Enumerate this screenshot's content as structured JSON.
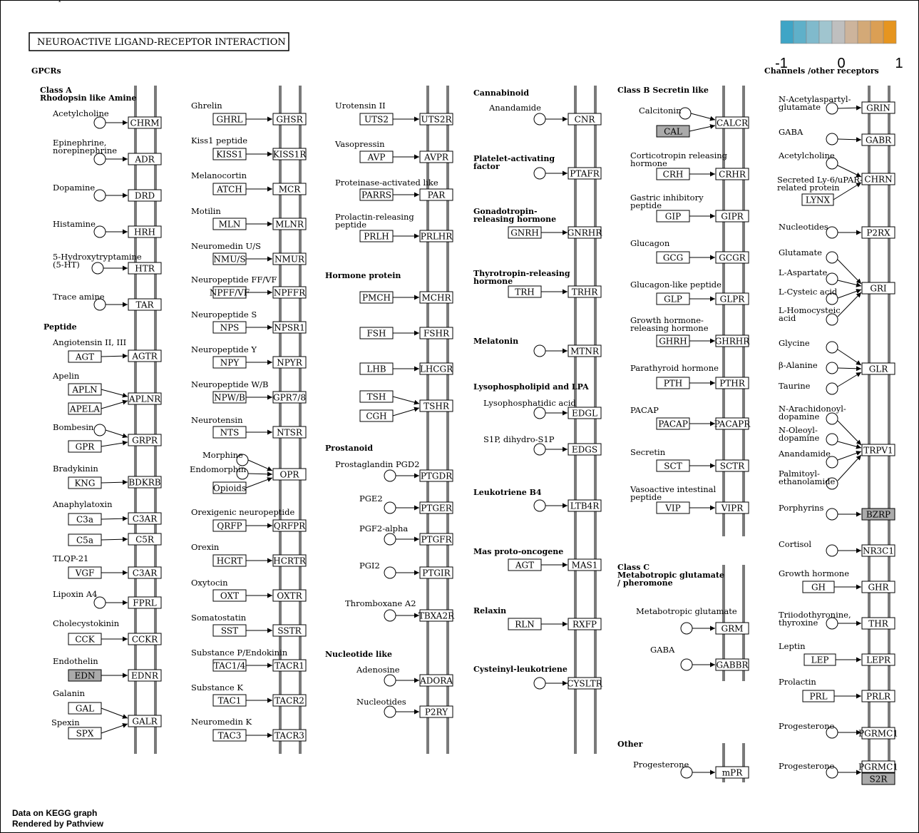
{
  "title": "NEUROACTIVE  LIGAND-RECEPTOR  INTERACTION",
  "legend": {
    "colors": [
      "#3fa5c6",
      "#5fb0c9",
      "#80bacc",
      "#a0c5cf",
      "#bfbfbf",
      "#cdb49c",
      "#d3a977",
      "#db9f54",
      "#e6951f"
    ],
    "min_label": "-1",
    "mid_label": "0",
    "max_label": "1"
  },
  "colors": {
    "gray_gene": "#aaaaaa",
    "membrane": "#7a7a7a"
  },
  "sections": [
    "GPCRs",
    "Class A\nRhodopsin like Amine",
    "Peptide",
    "Hormone protein",
    "Prostanoid",
    "Nucleotide like",
    "Cannabinoid",
    "Platelet-activating\nfactor",
    "Gonadotropin-\nreleasing hormone",
    "Thyrotropin-releasing\nhormone",
    "Melatonin",
    "Lysophospholipid and LPA",
    "Leukotriene B4",
    "Mas proto-oncogene",
    "Relaxin",
    "Cysteinyl-leukotriene",
    "Class B Secretin like",
    "Class C\nMetabotropic glutamate\n/ pheromone",
    "Other",
    "Channels /other receptors"
  ],
  "col1": {
    "items": [
      {
        "ligand": "Acetylcholine",
        "receptor": "CHRM"
      },
      {
        "ligand": "Epinephrine,\nnorepinephrine",
        "receptor": "ADR"
      },
      {
        "ligand": "Dopamine",
        "receptor": "DRD"
      },
      {
        "ligand": "Histamine",
        "receptor": "HRH"
      },
      {
        "ligand": "5-Hydroxytryptamine\n(5-HT)",
        "receptor": "HTR"
      },
      {
        "ligand": "Trace amine",
        "receptor": "TAR"
      },
      {
        "ligand": "Angiotensin II, III",
        "gene": "AGT",
        "receptor": "AGTR"
      },
      {
        "ligand": "Apelin",
        "gene": "APLN",
        "gene2": "APELA",
        "receptor": "APLNR"
      },
      {
        "ligand": "Bombesin",
        "gene": "GPR",
        "receptor": "GRPR"
      },
      {
        "ligand": "Bradykinin",
        "gene": "KNG",
        "receptor": "BDKRB"
      },
      {
        "ligand": "Anaphylatoxin",
        "gene": "C3a",
        "receptor": "C3AR"
      },
      {
        "gene": "C5a",
        "receptor": "C5R"
      },
      {
        "ligand": "TLQP-21",
        "gene": "VGF",
        "receptor": "C3AR"
      },
      {
        "ligand": "Lipoxin A4",
        "receptor": "FPRL"
      },
      {
        "ligand": "Cholecystokinin",
        "gene": "CCK",
        "receptor": "CCKR"
      },
      {
        "ligand": "Endothelin",
        "gene": "EDN",
        "receptor": "EDNR"
      },
      {
        "ligand": "Galanin",
        "gene": "GAL",
        "receptor": "GALR"
      },
      {
        "ligand": "Spexin",
        "gene": "SPX"
      }
    ]
  },
  "col2": {
    "items": [
      {
        "ligand": "Ghrelin",
        "gene": "GHRL",
        "receptor": "GHSR"
      },
      {
        "ligand": "Kiss1 peptide",
        "gene": "KISS1",
        "receptor": "KISS1R"
      },
      {
        "ligand": "Melanocortin",
        "gene": "ATCH",
        "receptor": "MCR"
      },
      {
        "ligand": "Motilin",
        "gene": "MLN",
        "receptor": "MLNR"
      },
      {
        "ligand": "Neuromedin U/S",
        "gene": "NMU/S",
        "receptor": "NMUR"
      },
      {
        "ligand": "Neuropeptide FF/VF",
        "gene": "NPFF/VF",
        "receptor": "NPFFR"
      },
      {
        "ligand": "Neuropeptide S",
        "gene": "NPS",
        "receptor": "NPSR1"
      },
      {
        "ligand": "Neuropeptide Y",
        "gene": "NPY",
        "receptor": "NPYR"
      },
      {
        "ligand": "Neuropeptide W/B",
        "gene": "NPW/B",
        "receptor": "GPR7/8"
      },
      {
        "ligand": "Neurotensin",
        "gene": "NTS",
        "receptor": "NTSR"
      },
      {
        "ligand": "Morphine",
        "ligand2": "Endomorphin",
        "gene": "Opioids",
        "receptor": "OPR"
      },
      {
        "ligand": "Orexigenic neuropeptide",
        "gene": "QRFP",
        "receptor": "QRFPR"
      },
      {
        "ligand": "Orexin",
        "gene": "HCRT",
        "receptor": "HCRTR"
      },
      {
        "ligand": "Oxytocin",
        "gene": "OXT",
        "receptor": "OXTR"
      },
      {
        "ligand": "Somatostatin",
        "gene": "SST",
        "receptor": "SSTR"
      },
      {
        "ligand": "Substance P/Endokinin",
        "gene": "TAC1/4",
        "receptor": "TACR1"
      },
      {
        "ligand": "Substance K",
        "gene": "TAC1",
        "receptor": "TACR2"
      },
      {
        "ligand": "Neuromedin K",
        "gene": "TAC3",
        "receptor": "TACR3"
      }
    ]
  },
  "col3": {
    "items": [
      {
        "ligand": "Urotensin II",
        "gene": "UTS2",
        "receptor": "UTS2R"
      },
      {
        "ligand": "Vasopressin",
        "gene": "AVP",
        "receptor": "AVPR"
      },
      {
        "ligand": "Proteinase-activated like",
        "gene": "PARRS",
        "receptor": "PAR"
      },
      {
        "ligand": "Prolactin-releasing\npeptide",
        "gene": "PRLH",
        "receptor": "PRLHR"
      },
      {
        "gene": "PMCH",
        "receptor": "MCHR"
      },
      {
        "gene": "FSH",
        "receptor": "FSHR"
      },
      {
        "gene": "LHB",
        "receptor": "LHCGR"
      },
      {
        "gene": "TSH",
        "gene2": "CGH",
        "receptor": "TSHR"
      },
      {
        "ligand": "Prostaglandin PGD2",
        "receptor": "PTGDR"
      },
      {
        "ligand": "PGE2",
        "receptor": "PTGER"
      },
      {
        "ligand": "PGF2-alpha",
        "receptor": "PTGFR"
      },
      {
        "ligand": "PGI2",
        "receptor": "PTGIR"
      },
      {
        "ligand": "Thromboxane A2",
        "receptor": "TBXA2R"
      },
      {
        "ligand": "Adenosine",
        "receptor": "ADORA"
      },
      {
        "ligand": "Nucleotides",
        "receptor": "P2RY"
      }
    ]
  },
  "col4": {
    "items": [
      {
        "ligand": "Anandamide",
        "receptor": "CNR"
      },
      {
        "receptor": "PTAFR"
      },
      {
        "gene": "GNRH",
        "receptor": "GNRHR"
      },
      {
        "gene": "TRH",
        "receptor": "TRHR"
      },
      {
        "receptor": "MTNR"
      },
      {
        "ligand": "Lysophosphatidic acid",
        "receptor": "EDGL"
      },
      {
        "ligand": "S1P, dihydro-S1P",
        "receptor": "EDGS"
      },
      {
        "receptor": "LTB4R"
      },
      {
        "gene": "AGT",
        "receptor": "MAS1"
      },
      {
        "gene": "RLN",
        "receptor": "RXFP"
      },
      {
        "receptor": "CYSLTR"
      }
    ]
  },
  "col5": {
    "items": [
      {
        "ligand": "Calcitonin",
        "gene": "CAL",
        "receptor": "CALCR"
      },
      {
        "ligand": "Corticotropin releasing\nhormone",
        "gene": "CRH",
        "receptor": "CRHR"
      },
      {
        "ligand": "Gastric inhibitory\npeptide",
        "gene": "GIP",
        "receptor": "GIPR"
      },
      {
        "ligand": "Glucagon",
        "gene": "GCG",
        "receptor": "GCGR"
      },
      {
        "ligand": "Glucagon-like peptide",
        "gene": "GLP",
        "receptor": "GLPR"
      },
      {
        "ligand": "Growth hormone-\nreleasing hormone",
        "gene": "GHRH",
        "receptor": "GHRHR"
      },
      {
        "ligand": "Parathyroid hormone",
        "gene": "PTH",
        "receptor": "PTHR"
      },
      {
        "ligand": "PACAP",
        "gene": "PACAP",
        "receptor": "PACAPR"
      },
      {
        "ligand": "Secretin",
        "gene": "SCT",
        "receptor": "SCTR"
      },
      {
        "ligand": "Vasoactive intestinal\npeptide",
        "gene": "VIP",
        "receptor": "VIPR"
      },
      {
        "ligand": "Metabotropic glutamate",
        "receptor": "GRM"
      },
      {
        "ligand": "GABA",
        "receptor": "GABBR"
      },
      {
        "ligand": "Progesterone",
        "receptor": "mPR"
      }
    ]
  },
  "col6": {
    "items": [
      {
        "ligand": "N-Acetylaspartyl-\nglutamate",
        "receptor": "GRIN"
      },
      {
        "ligand": "GABA",
        "receptor": "GABR"
      },
      {
        "ligand": "Acetylcholine",
        "ligand2": "Secreted Ly-6/uPAR-\nrelated protein",
        "gene": "LYNX",
        "receptor": "CHRN"
      },
      {
        "ligand": "Nucleotides",
        "receptor": "P2RX"
      },
      {
        "ligand": "Glutamate",
        "ligand2": "L-Aspartate",
        "ligand3": "L-Cysteic acid",
        "ligand4": "L-Homocysteic\nacid",
        "receptor": "GRI"
      },
      {
        "ligand": "Glycine",
        "ligand2": "β-Alanine",
        "ligand3": "Taurine",
        "receptor": "GLR"
      },
      {
        "ligand": "N-Arachidonoyl-\ndopamine",
        "ligand2": "N-Oleoyl-\ndopamine",
        "ligand3": "Anandamide",
        "ligand4": "Palmitoyl-\nethanolamide",
        "receptor": "TRPV1"
      },
      {
        "ligand": "Porphyrins",
        "receptor": "BZRP"
      },
      {
        "ligand": "Cortisol",
        "receptor": "NR3C1"
      },
      {
        "ligand": "Growth hormone",
        "gene": "GH",
        "receptor": "GHR"
      },
      {
        "ligand": "Triiodothyronine,\nthyroxine",
        "receptor": "THR"
      },
      {
        "ligand": "Leptin",
        "gene": "LEP",
        "receptor": "LEPR"
      },
      {
        "ligand": "Prolactin",
        "gene": "PRL",
        "receptor": "PRLR"
      },
      {
        "ligand": "Progesterone",
        "receptor": "PGRMC1"
      },
      {
        "ligand": "Progesterone",
        "receptor": "PGRMC1",
        "receptor2": "S2R"
      }
    ]
  },
  "footer": {
    "line1": "Data on KEGG graph",
    "line2": "Rendered by Pathview"
  }
}
